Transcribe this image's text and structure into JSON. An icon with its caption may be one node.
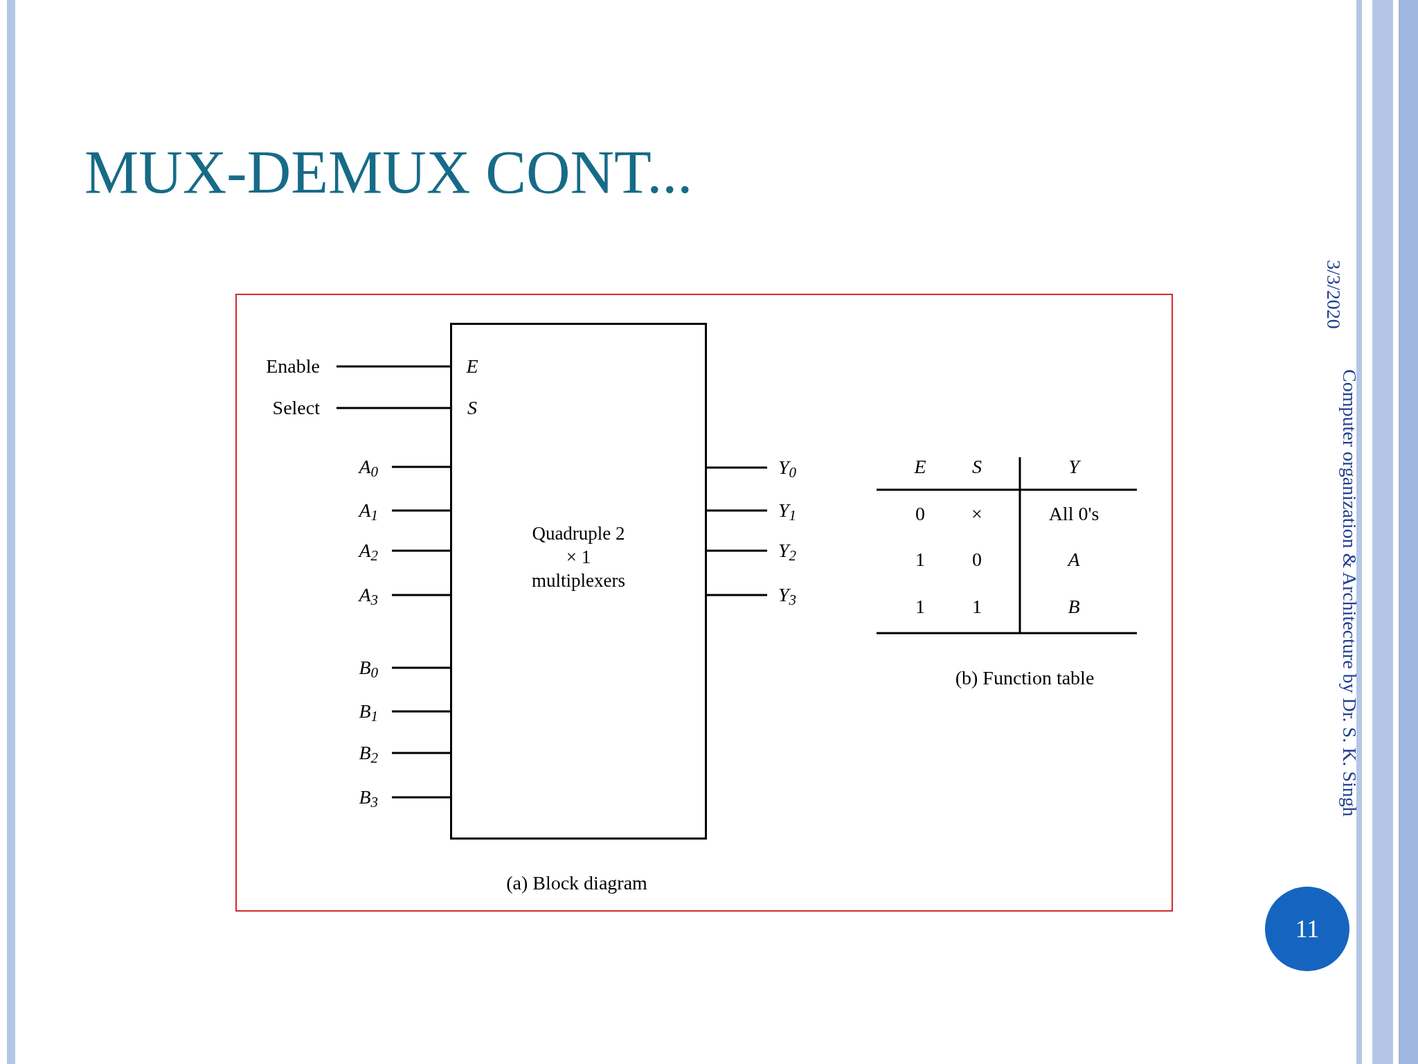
{
  "diagram": {
    "title": "MUX-DEMUX CONT...",
    "nodes": [
      {
        "text": [
          "Enable"
        ]
      },
      {
        "text": [
          "Select"
        ]
      },
      {
        "text": [
          "A$_{0}$"
        ]
      },
      {
        "text": [
          "A$_{1}$"
        ]
      },
      {
        "text": [
          "A$_{2}$"
        ]
      },
      {
        "text": [
          "A$_{3}$"
        ]
      },
      {
        "text": [
          "B$_{0}$"
        ]
      },
      {
        "text": [
          "B$_{1}$"
        ]
      },
      {
        "text": [
          "B$_{2}$"
        ]
      },
      {
        "text": [
          "B$_{3}$"
        ]
      },
      {
        "text": [
          "Quadruple 2 × 1 multiplexers"
        ]
      },
      {
        "text": [
          "Y$_{0}$"
        ]
      },
      {
        "text": [
          "Y$_{1}$"
        ]
      },
      {
        "text": [
          "Y$_{2}$"
        ]
      },
      {
        "text": [
          "Y$_{3}$"
        ]
      },
      {
        "text": [
          "11"
        ]
      }
    ],
    "edges": [
      {
        "from": 0,
        "to": 10,
        "arrow": "none"
      },
      {
        "from": 1,
        "to": 10,
        "arrow": "none"
      },
      {
        "from": 2,
        "to": 10,
        "arrow": "none"
      },
      {
        "from": 3,
        "to": 10,
        "arrow": "none"
      },
      {
        "from": 4,
        "to": 10,
        "arrow": "none"
      },
      {
        "from": 5,
        "to": 10,
        "arrow": "none"
      },
      {
        "from": 6,
        "to": 10,
        "arrow": "none"
      },
      {
        "from": 7,
        "to": 10,
        "arrow": "none"
      },
      {
        "from": 8,
        "to": 10,
        "arrow": "none"
      },
      {
        "from": 9,
        "to": 10,
        "arrow": "none"
      },
      {
        "from": 10,
        "to": 11,
        "arrow": "none"
      },
      {
        "from": 10,
        "to": 12,
        "arrow": "none"
      },
      {
        "from": 10,
        "to": 13,
        "arrow": "none"
      },
      {
        "from": 10,
        "to": 14,
        "arrow": "none"
      }
    ],
    "labels": [
      "3/3/2020",
      "Computer organization & Architecture by Dr. S. K. Singh",
      "E",
      "S",
      "(a) Block diagram",
      "E",
      "S",
      "Y",
      "0",
      "×",
      "All 0's",
      "1",
      "0",
      "A",
      "1",
      "1",
      "B",
      "(b) Function table"
    ]
  }
}
